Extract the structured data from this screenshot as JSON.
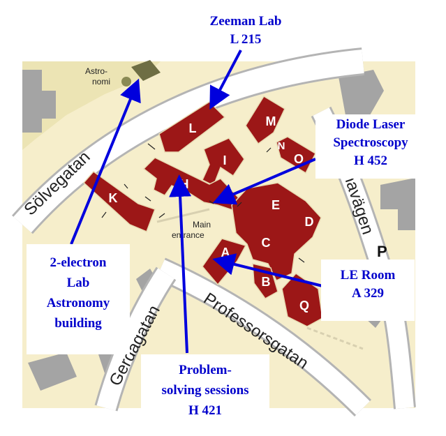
{
  "map": {
    "street_labels": {
      "solvegatan": "Sölvegatan",
      "gerdagatan": "Gerdagatan",
      "professorsgatan": "Professorsgatan",
      "sidevagen": "navägen"
    },
    "poi_labels": {
      "astronomi_1": "Astro-",
      "astronomi_2": "nomi",
      "main_entrance_1": "Main",
      "main_entrance_2": "entrance",
      "parking": "P"
    },
    "building_letters": {
      "L": "L",
      "M": "M",
      "N": "N",
      "O": "O",
      "I": "I",
      "H": "H",
      "K": "K",
      "E": "E",
      "D": "D",
      "C": "C",
      "A": "A",
      "B": "B",
      "Q": "Q"
    },
    "colors": {
      "background": "#f6eecb",
      "building": "#9c1717",
      "road": "#ffffff",
      "road_edge": "#b4b4b4",
      "other_building": "#a4a4a4",
      "park": "#ece4b4",
      "arrow": "#0000dd",
      "callout_text": "#0000cc"
    }
  },
  "callouts": {
    "zeeman": {
      "line1": "Zeeman Lab",
      "line2": "L 215"
    },
    "diode": {
      "line1": "Diode Laser",
      "line2": "Spectroscopy",
      "line3": "H 452"
    },
    "two_electron": {
      "line1": "2-electron",
      "line2": "Lab",
      "line3": "Astronomy",
      "line4": "building"
    },
    "le_room": {
      "line1": "LE Room",
      "line2": "A 329"
    },
    "problem_solving": {
      "line1": "Problem-",
      "line2": "solving  sessions",
      "line3": "H 421"
    }
  }
}
